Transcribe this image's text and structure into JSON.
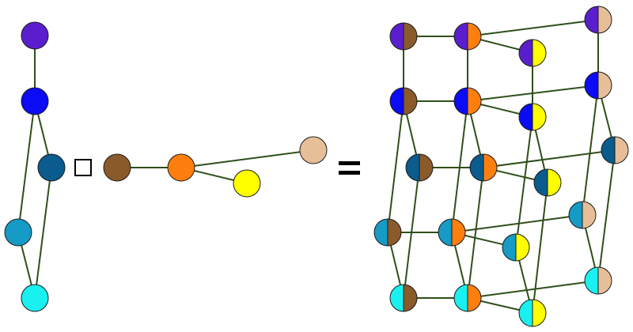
{
  "colors": {
    "edge": "#2f4f1a",
    "stroke": "#1a1a1a"
  },
  "operator_symbols": {
    "product": "□",
    "equals": "="
  },
  "graph_g": {
    "vertices": [
      {
        "id": "g1",
        "color": "#5b1ecf"
      },
      {
        "id": "g2",
        "color": "#0b0bf5"
      },
      {
        "id": "g3",
        "color": "#0a5b8e"
      },
      {
        "id": "g4",
        "color": "#169ac6"
      },
      {
        "id": "g5",
        "color": "#19f0f0"
      }
    ],
    "edges": [
      [
        "g1",
        "g2"
      ],
      [
        "g2",
        "g3"
      ],
      [
        "g2",
        "g4"
      ],
      [
        "g3",
        "g5"
      ],
      [
        "g4",
        "g5"
      ]
    ]
  },
  "graph_h": {
    "vertices": [
      {
        "id": "h1",
        "color": "#8b5a2b"
      },
      {
        "id": "h2",
        "color": "#ff7f0e"
      },
      {
        "id": "h3",
        "color": "#ffff00"
      },
      {
        "id": "h4",
        "color": "#e6bf98"
      }
    ],
    "edges": [
      [
        "h1",
        "h2"
      ],
      [
        "h2",
        "h3"
      ],
      [
        "h2",
        "h4"
      ]
    ]
  }
}
